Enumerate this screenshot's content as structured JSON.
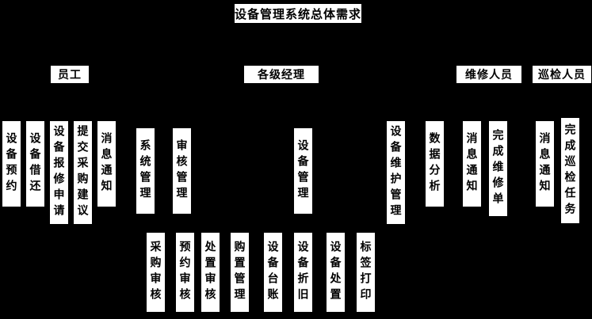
{
  "colors": {
    "background": "#000000",
    "node_fill": "#ffffff",
    "node_text": "#000000"
  },
  "root": {
    "label": "设备管理系统总体需求"
  },
  "roles": [
    {
      "label": "员工"
    },
    {
      "label": "各级经理"
    },
    {
      "label": "维修人员"
    },
    {
      "label": "巡检人员"
    }
  ],
  "functions": [
    {
      "label": "设备预约",
      "group": "员工"
    },
    {
      "label": "设备借还",
      "group": "员工"
    },
    {
      "label": "设备报修申请",
      "group": "员工"
    },
    {
      "label": "提交采购建议",
      "group": "员工"
    },
    {
      "label": "消息通知",
      "group": "员工"
    },
    {
      "label": "系统管理",
      "group": "各级经理"
    },
    {
      "label": "审核管理",
      "group": "各级经理"
    },
    {
      "label": "设备管理",
      "group": "各级经理"
    },
    {
      "label": "设备维护管理",
      "group": "维修人员"
    },
    {
      "label": "数据分析",
      "group": "维修人员"
    },
    {
      "label": "消息通知",
      "group": "维修人员"
    },
    {
      "label": "完成维修单",
      "group": "维修人员"
    },
    {
      "label": "消息通知",
      "group": "巡检人员"
    },
    {
      "label": "完成巡检任务",
      "group": "巡检人员"
    }
  ],
  "sub_functions": [
    {
      "label": "采购审核"
    },
    {
      "label": "预约审核"
    },
    {
      "label": "处置审核"
    },
    {
      "label": "购置管理"
    },
    {
      "label": "设备台账"
    },
    {
      "label": "设备折旧"
    },
    {
      "label": "设备处置"
    },
    {
      "label": "标签打印"
    }
  ]
}
